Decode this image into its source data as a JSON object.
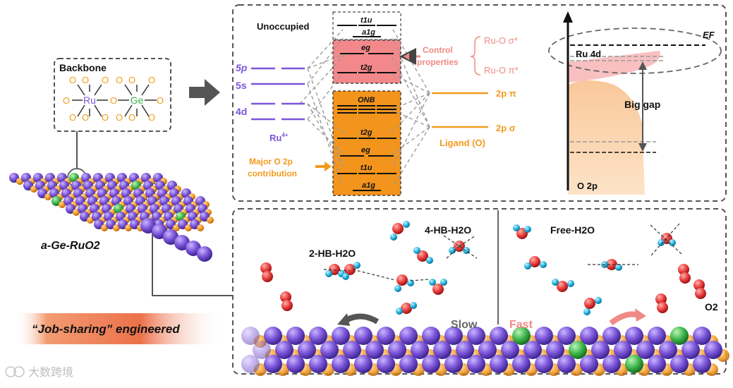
{
  "backbone": {
    "title": "Backbone",
    "o": "O",
    "ru": "Ru",
    "ge": "Ge"
  },
  "material_label": "a-Ge-RuO2",
  "tagline": "“Job-sharing” engineered",
  "watermark": "大数跨境",
  "mo": {
    "unoccupied": "Unoccupied",
    "ru_levels": [
      "5p",
      "5s",
      "4d"
    ],
    "ru_ion": "Ru",
    "ru_ion_charge": "4+",
    "t1u": "t1u",
    "a1g": "a1g",
    "eg": "eg",
    "t2g": "t2g",
    "onb": "ONB",
    "control_line1": "Control",
    "control_line2": "properties",
    "ru_o_sigma": "Ru-O σ*",
    "ru_o_pi": "Ru-O π*",
    "two_p_pi": "2p π",
    "two_p_sigma": "2p σ",
    "ligand": "Ligand (O)",
    "major_line1": "Major O 2p",
    "major_line2": "contribution"
  },
  "band": {
    "ef": "EF",
    "ru4d": "Ru 4d",
    "big_gap": "Big gap",
    "o2p": "O 2p"
  },
  "surface": {
    "four_hb": "4-HB-H2O",
    "two_hb": "2-HB-H2O",
    "free": "Free-H2O",
    "slow": "Slow",
    "fast": "Fast",
    "o2": "O2"
  },
  "colors": {
    "purple": "#7b55d9",
    "orange": "#f39a1e",
    "pink": "#f08a84",
    "dashed_border": "#555555",
    "water_red": "#e83a3a",
    "water_blue": "#22b3e0",
    "ge_green": "#3cb34a"
  }
}
